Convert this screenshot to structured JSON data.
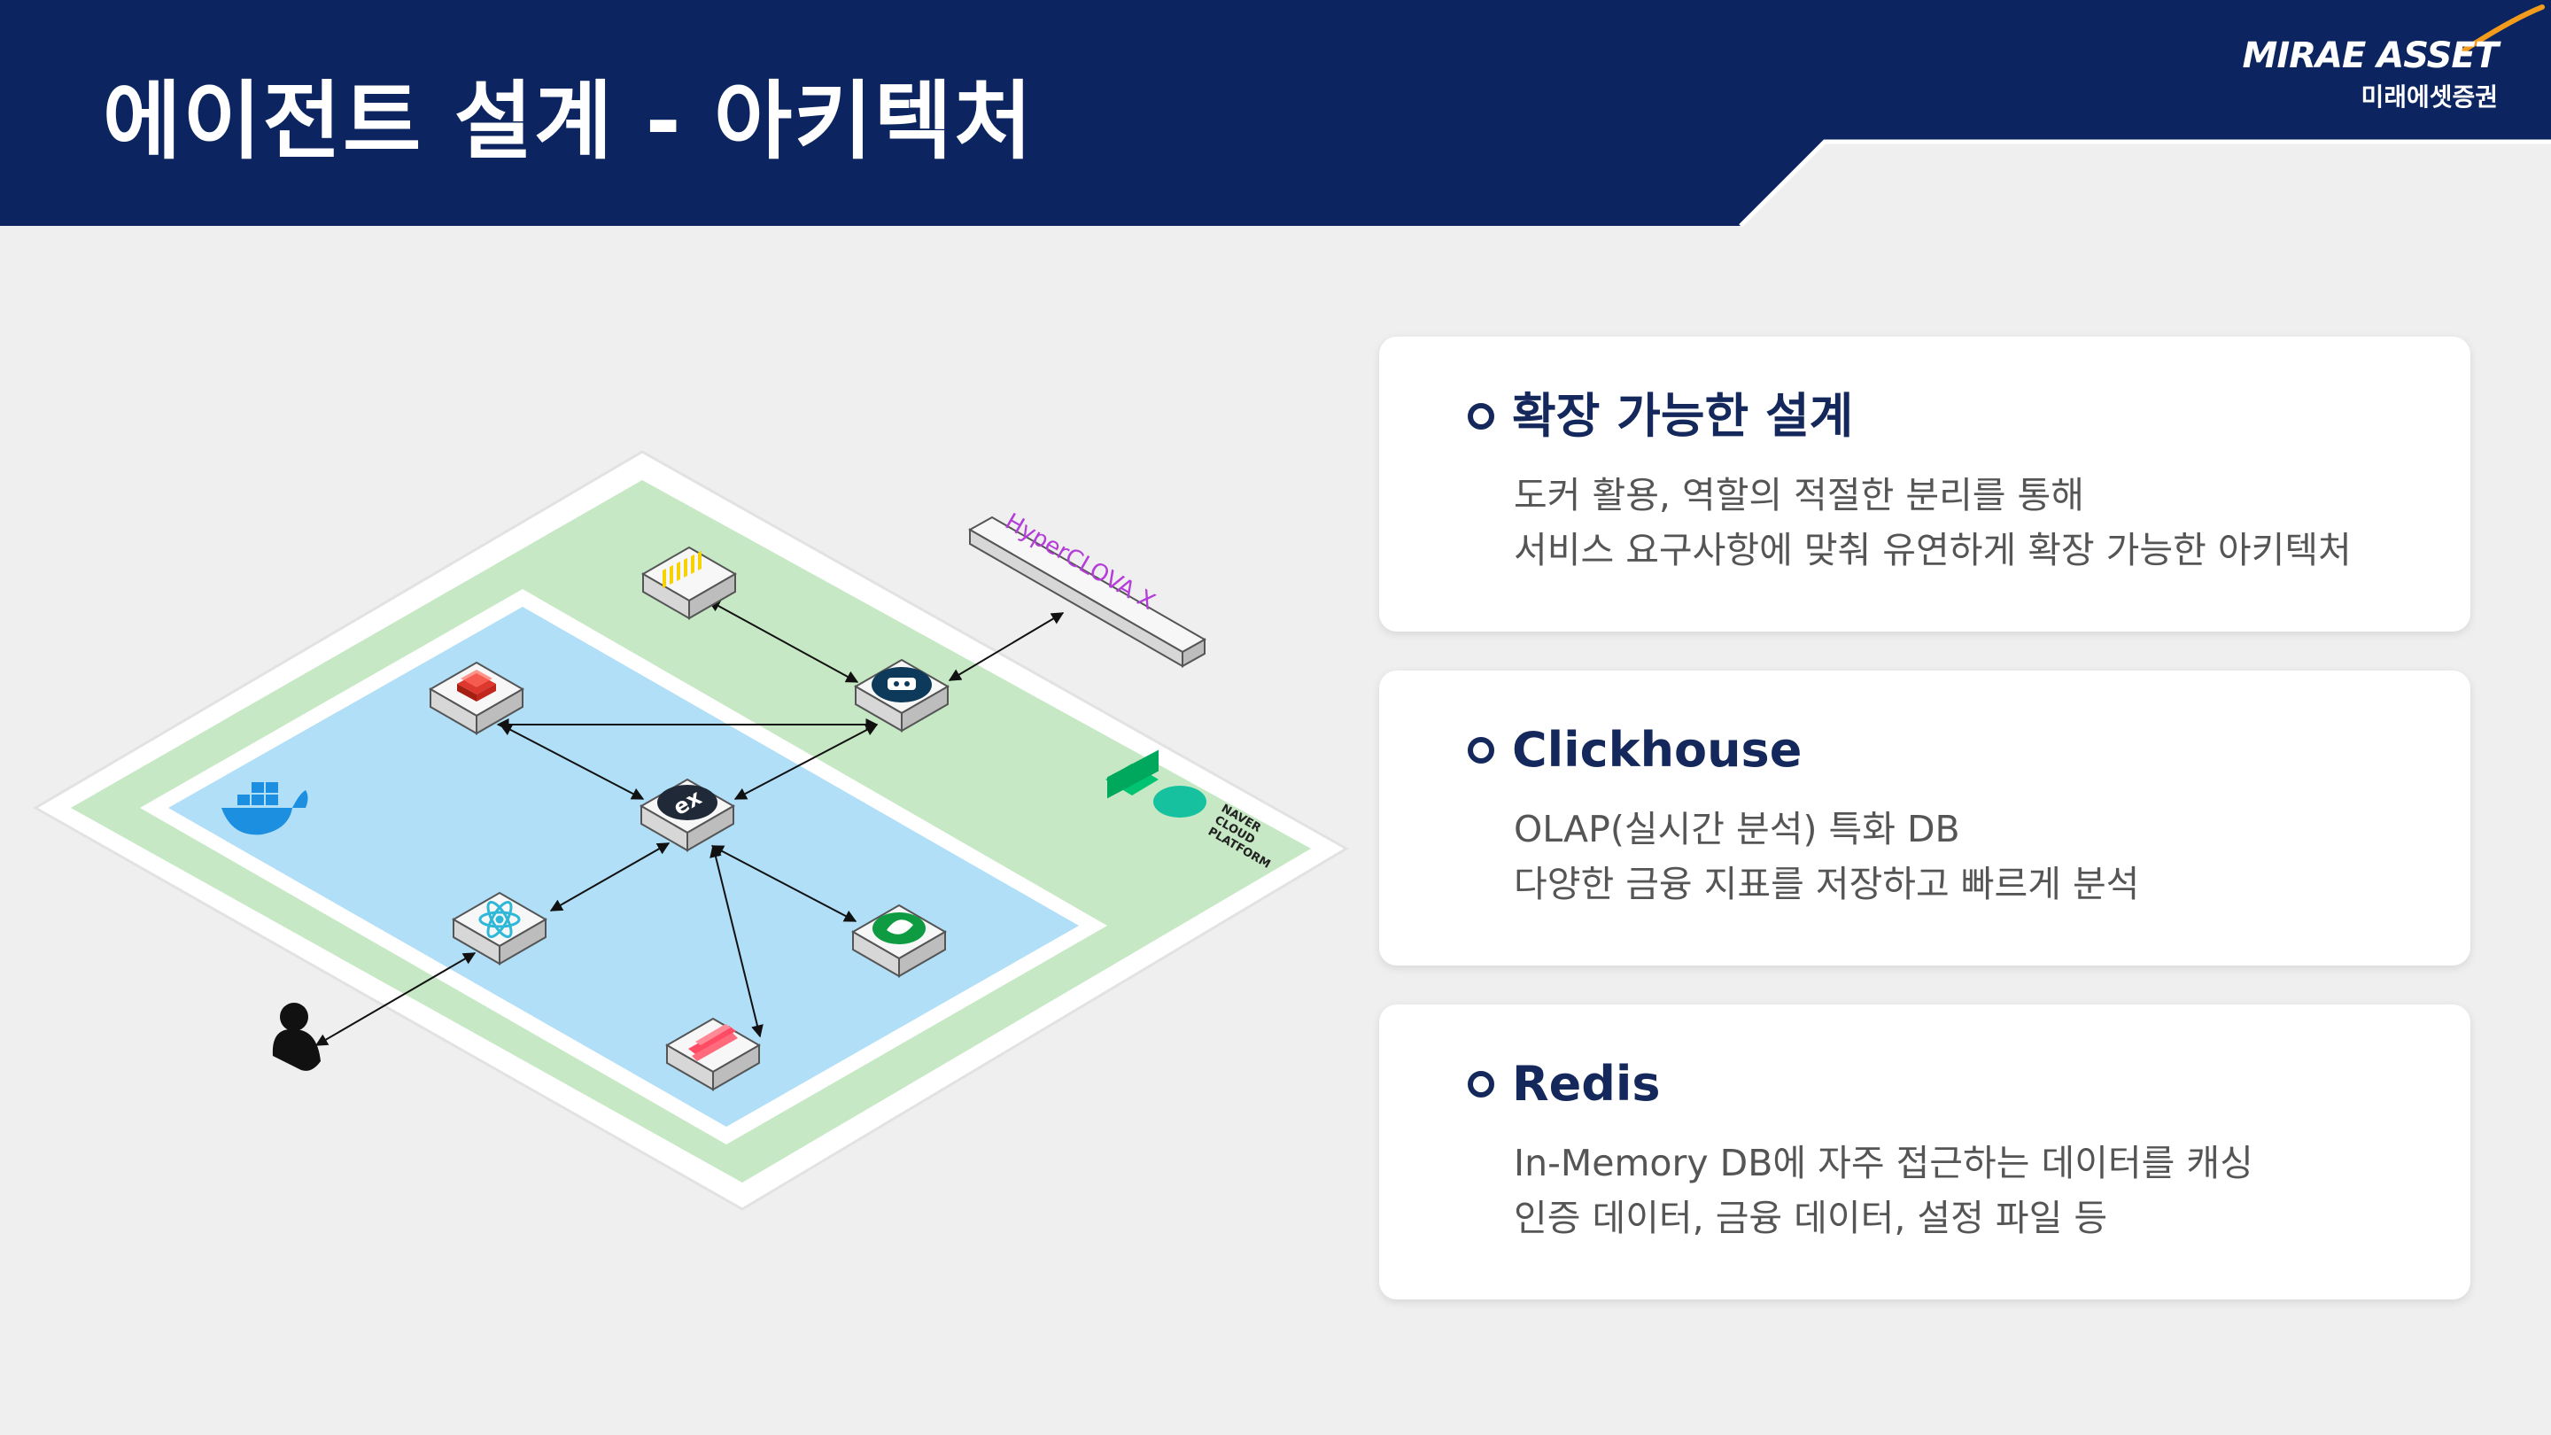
{
  "header": {
    "title": "에이전트 설계 - 아키텍처",
    "brand_en": "MIRAE ASSET",
    "brand_ko": "미래에셋증권",
    "color": "#0c2560"
  },
  "diagram": {
    "hyperclova_label": "HyperCLOVA X",
    "ncp_label_lines": [
      "NAVER",
      "CLOUD",
      "PLATFORM"
    ],
    "outer_zone_color": "#c6e8c4",
    "inner_zone_color": "#b0dff7",
    "nodes": [
      "clickhouse",
      "redis",
      "api-gateway",
      "exponent",
      "react",
      "mongodb",
      "streamlit",
      "user"
    ]
  },
  "cards": [
    {
      "title": "확장 가능한 설계",
      "lines": [
        "도커 활용, 역할의 적절한 분리를 통해",
        "서비스 요구사항에 맞춰 유연하게 확장 가능한 아키텍처"
      ]
    },
    {
      "title": "Clickhouse",
      "lines": [
        "OLAP(실시간 분석) 특화 DB",
        "다양한 금융 지표를 저장하고 빠르게 분석"
      ]
    },
    {
      "title": "Redis",
      "lines": [
        "In-Memory DB에 자주 접근하는 데이터를 캐싱",
        "인증 데이터, 금융 데이터, 설정 파일 등"
      ]
    }
  ]
}
